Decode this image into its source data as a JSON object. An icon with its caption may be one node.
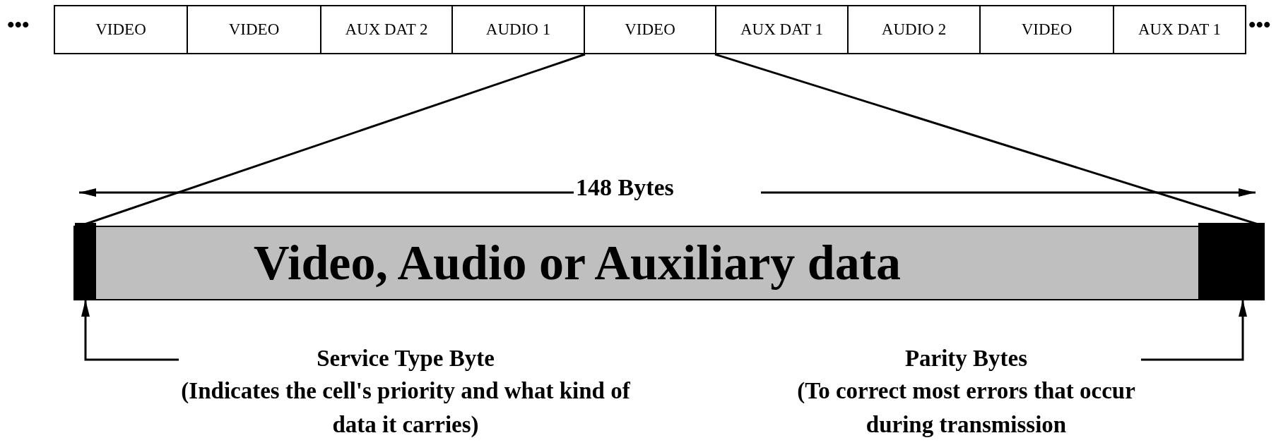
{
  "diagram": {
    "nodes": [
      {
        "text": [
          "VIDEO"
        ]
      },
      {
        "text": [
          "VIDEO"
        ]
      },
      {
        "text": [
          "AUX DAT 2"
        ]
      },
      {
        "text": [
          "AUDIO 1"
        ]
      },
      {
        "text": [
          "VIDEO"
        ]
      },
      {
        "text": [
          "AUX DAT 1"
        ]
      },
      {
        "text": [
          "AUDIO 2"
        ]
      },
      {
        "text": [
          "VIDEO"
        ]
      },
      {
        "text": [
          "AUX DAT 1"
        ]
      },
      {
        "text": [
          "Video, Audio or Auxiliary data"
        ]
      },
      {
        "text": [],
        "shape": "bar",
        "in": 9
      },
      {
        "text": [],
        "shape": "bar",
        "in": 9
      },
      {
        "text": [
          "Service Type Byte",
          "(Indicates the cell's priority and what kind of data it carries)"
        ]
      },
      {
        "text": [
          "Parity Bytes",
          "(To correct most errors that occur during transmission"
        ]
      }
    ],
    "edges": [
      {
        "from": 4,
        "to": 9,
        "arrow": "none"
      },
      {
        "from": 4,
        "to": 9,
        "arrow": "none"
      },
      {
        "from": 12,
        "to": 10,
        "arrow": "to"
      },
      {
        "from": 13,
        "to": 11,
        "arrow": "to"
      }
    ],
    "labels": [
      "•••",
      "•••",
      "148 Bytes"
    ]
  }
}
